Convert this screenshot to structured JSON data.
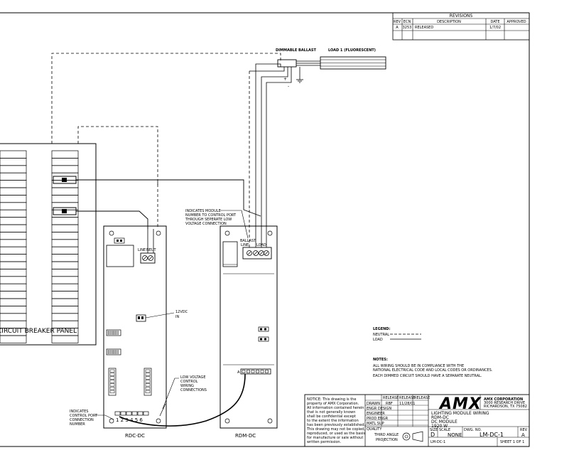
{
  "revisions": {
    "title": "REVISIONS",
    "headers": [
      "REV",
      "ECN",
      "DESCRIPTION",
      "DATE",
      "APPROVED"
    ],
    "row": [
      "A",
      "3253",
      "RELEASED",
      "1/7/02",
      ""
    ]
  },
  "labels": {
    "dimmable_ballast": "DIMMABLE BALLAST",
    "load1": "LOAD 1 (FLUORESCENT)",
    "module_note_1": "INDICATES MODULE",
    "module_note_2": "NUMBER TO CONTROL PORT",
    "module_note_3": "THROUGH SEPERATE LOW",
    "module_note_4": "VOLTAGE CONNECTION",
    "circuit_breaker_panel": "CIRCUIT BREAKER PANEL",
    "line": "LINE",
    "neut": "NEUT",
    "v12dc_1": "12VDC",
    "v12dc_2": "IN",
    "ballast_1": "BALLAST",
    "ballast_2": "LINE",
    "ballast_3": "LOAD",
    "lv_1": "LOW VOLTAGE",
    "lv_2": "CONTROL",
    "lv_3": "WIRING",
    "lv_4": "CONNECTIONS",
    "port_1": "INDICATES",
    "port_2": "CONTROL PORT",
    "port_3": "CONNECTION",
    "port_4": "NUMBER",
    "port_numbers": "1 2 3 4 5 6",
    "rdc": "RDC-DC",
    "rdm": "RDM-DC",
    "a_marker": "A"
  },
  "legend": {
    "title": "LEGEND:",
    "neutral": "NEUTRAL",
    "load": "LOAD"
  },
  "notes": {
    "title": "NOTES:",
    "line1": "ALL WIRING SHOULD BE IN COMPLIANCE WITH THE",
    "line2": "NATIONAL ELECTRICAL CODE AND LOCAL CODES OR ORDINANCES.",
    "line3": "EACH DIMMED CIRCUIT SHOULD HAVE A SEPARATE NEUTRAL."
  },
  "title_block": {
    "notice": [
      "NOTICE:  This drawing is the",
      "property of AMX Corporation.",
      "All information contained herein",
      "that is not generally known",
      "shall be confidential except",
      "to the extent the information",
      "has been previously established.",
      "This drawing may not be copied,",
      "reproduced, or used as the basis",
      "for manufacture or sale without",
      "written permission."
    ],
    "col_release": "RELEASE",
    "col_drawn": "DRAWN",
    "col_eng": "ENGR DESIGN",
    "col_engineer": "ENGINEER",
    "col_prod": "PROD ENGR",
    "col_mfg": "MATL SUP",
    "col_quality": "QUALITY",
    "drawn_by": "RBF",
    "drawn_date": "11/28/01",
    "third_angle_1": "THIRD ANGLE",
    "third_angle_2": "PROJECTION",
    "logo": "AMX",
    "company_1": "AMX CORPORATION",
    "company_2": "3000 RESEARCH DRIVE",
    "company_3": "RICHARDSON, TX 75082",
    "title_1": "LIGHTING MODULE WIRING",
    "title_2": "RDM-DC",
    "title_3": "DC MODULE",
    "title_4": "1920 W",
    "size_label": "SIZE",
    "size_value": "D",
    "scale_label": "SCALE",
    "scale_value": "NONE",
    "dwg_label": "DWG. NO.",
    "dwg_value": "LM-DC-1",
    "rev_label": "REV",
    "rev_value": "A",
    "file": "LM-DC-1",
    "sheet": "SHEET  1 OF 1"
  }
}
